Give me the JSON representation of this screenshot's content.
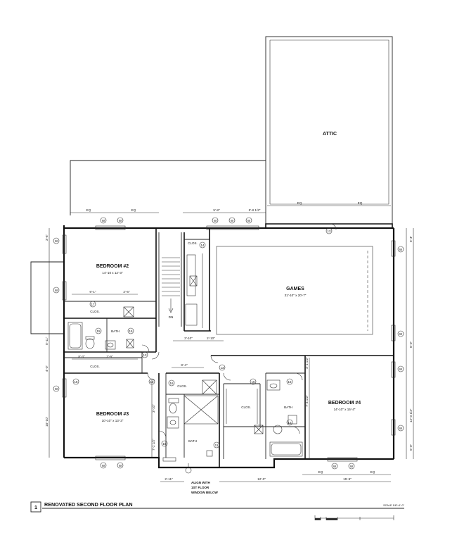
{
  "rooms": {
    "attic": "ATTIC",
    "bedroom2": {
      "name": "BEDROOM #2",
      "size": "14'-10 x 12'-3\""
    },
    "games": {
      "name": "GAMES",
      "size": "31'-10\" x 20'-7\""
    },
    "bedroom3": {
      "name": "BEDROOM #3",
      "size": "10'-10\" x 13'-3\""
    },
    "bedroom4": {
      "name": "BEDROOM #4",
      "size": "14'-10\" x 15'-4\""
    },
    "clos": "CLOS.",
    "bath": "BATH",
    "dn": "DN"
  },
  "notes": {
    "align_1": "ALIGN WITH",
    "align_2": "1ST FLOOR",
    "align_3": "WINDOW BELOW"
  },
  "title": {
    "number": "1",
    "text": "RENOVATED SECOND FLOOR PLAN",
    "scale": "SCALE 1/8\"=1'-0\""
  },
  "window_tag": "W",
  "door_tags": {
    "d11": "11",
    "d12": "12",
    "d13": "13",
    "d14": "14",
    "d15": "15",
    "d16": "16",
    "d17": "17"
  },
  "dims": {
    "eq": "EQ",
    "d_5_8": "5'-8\"",
    "d_5_8_half": "5'-8 1/2\"",
    "d_9_1": "9'-1\"",
    "d_2_6": "2'-6\"",
    "d_8_3": "8'-3\"",
    "d_2_9": "2'-9\"",
    "d_3_10": "3'-10\"",
    "d_2_10": "2'-10\"",
    "d_8_4": "8'-4\"",
    "d_2_11": "2'-11\"",
    "d_12_0": "12'-0\"",
    "d_15_9": "15'-9\"",
    "d_7_3_half": "7'-3 1/2\"",
    "d_12_0_q": "12'-0 1/4\"",
    "d_18_10": "18'-10\"",
    "d_5_11": "5'-11\"",
    "d_4_0": "4'-0\"",
    "d_3_6": "3'-6\"",
    "d_5_4": "5'-4\"",
    "d_6_0": "6'-0\"",
    "d_5_0": "5'-0\"",
    "d_7_2": "7'-2 1/2\"",
    "d_4_1_half": "4'-1 1/2\"",
    "d_3_10b": "3'-10\""
  }
}
